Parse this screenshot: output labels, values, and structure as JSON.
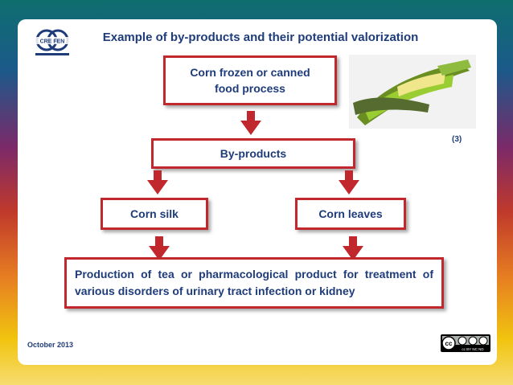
{
  "slide": {
    "title": "Example of by-products and their potential valorization",
    "logo_text": "CRE FEN",
    "ref": "(3)",
    "date": "October 2013",
    "license": "cc BY NC ND"
  },
  "diagram": {
    "process": "Corn frozen or canned food process",
    "byproducts": "By-products",
    "left": "Corn silk",
    "right": "Corn leaves",
    "result": "Production of tea or pharmacological product for treatment of various disorders of urinary tract infection or kidney"
  },
  "colors": {
    "accent": "#c0282d",
    "text": "#1f3c7a"
  },
  "icons": [
    "logo-icon",
    "corn-photo",
    "down-arrow-icon",
    "cc-license-icon"
  ]
}
